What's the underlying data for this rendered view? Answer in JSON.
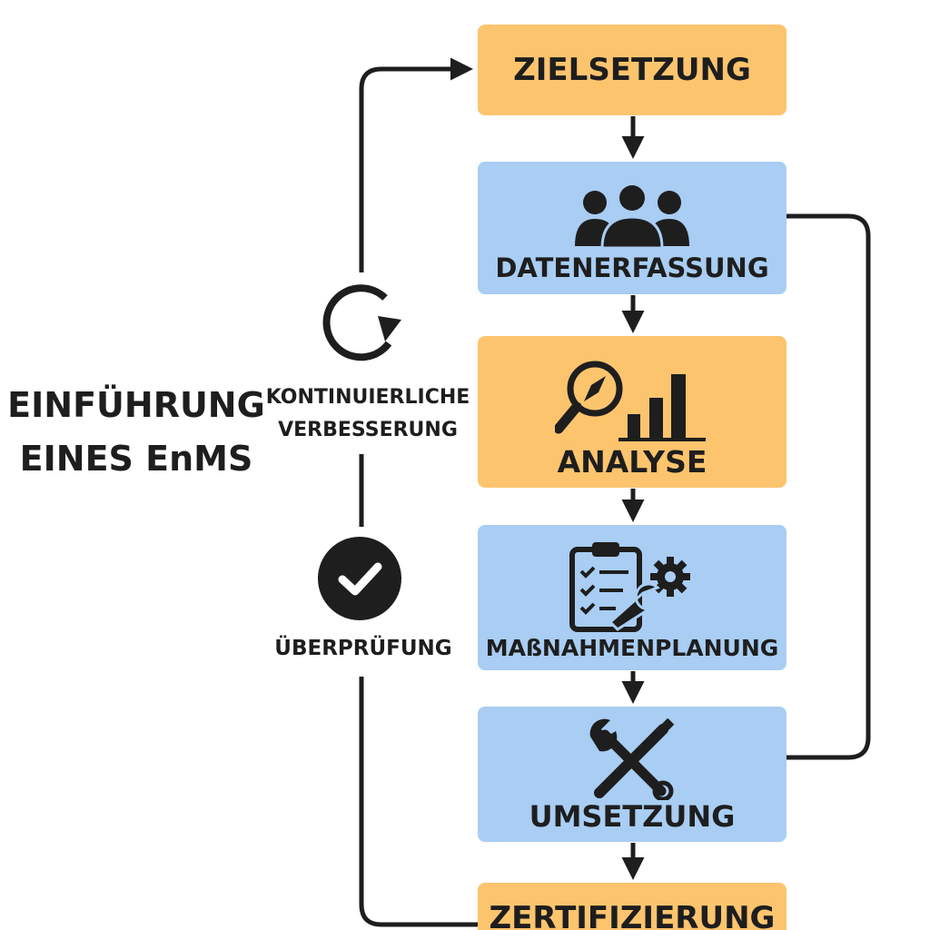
{
  "title": {
    "line1": "EINFÜHRUNG",
    "line2": "EINES EnMS"
  },
  "loop": {
    "label_line1": "KONTINUIERLICHE",
    "label_line2": "VERBESSERUNG",
    "icon": "cycle-arrow-icon"
  },
  "review": {
    "label": "ÜBERPRÜFUNG",
    "icon": "check-circle-icon"
  },
  "steps": [
    {
      "label": "ZIELSETZUNG",
      "color": "#fdc46e",
      "icon": ""
    },
    {
      "label": "DATENERFASSUNG",
      "color": "#a9cdf3",
      "icon": "people-group-icon"
    },
    {
      "label": "ANALYSE",
      "color": "#fdc46e",
      "icon": "magnifier-bar-chart-icon"
    },
    {
      "label": "MAßNAHMENPLANUNG",
      "color": "#a9cdf3",
      "icon": "clipboard-wrench-gear-icon"
    },
    {
      "label": "UMSETZUNG",
      "color": "#a9cdf3",
      "icon": "wrench-screwdriver-icon"
    },
    {
      "label": "ZERTIFIZIERUNG",
      "color": "#fdc46e",
      "icon": ""
    }
  ],
  "colors": {
    "orange": "#fdc46e",
    "blue": "#a9cdf3",
    "ink": "#1e1e1e"
  }
}
